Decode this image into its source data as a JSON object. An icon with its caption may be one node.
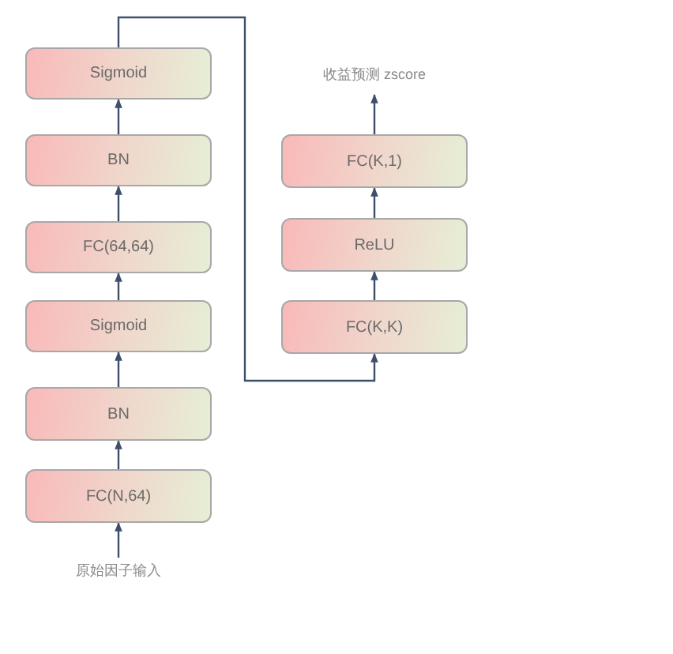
{
  "diagram": {
    "nodes": [
      {
        "text": [
          "Sigmoid"
        ]
      },
      {
        "text": [
          "BN"
        ]
      },
      {
        "text": [
          "FC(64,64)"
        ]
      },
      {
        "text": [
          "Sigmoid"
        ]
      },
      {
        "text": [
          "BN"
        ]
      },
      {
        "text": [
          "FC(N,64)"
        ]
      },
      {
        "text": [
          "原始因子输入"
        ]
      },
      {
        "text": [
          "收益预测 zscore"
        ]
      },
      {
        "text": [
          "FC(K,1)"
        ]
      },
      {
        "text": [
          "ReLU"
        ]
      },
      {
        "text": [
          "FC(K,K)"
        ]
      }
    ],
    "edges": [
      {
        "from": 6,
        "to": 5,
        "arrow": "to"
      },
      {
        "from": 5,
        "to": 4,
        "arrow": "to"
      },
      {
        "from": 4,
        "to": 3,
        "arrow": "to"
      },
      {
        "from": 3,
        "to": 2,
        "arrow": "to"
      },
      {
        "from": 2,
        "to": 1,
        "arrow": "to"
      },
      {
        "from": 1,
        "to": 0,
        "arrow": "to"
      },
      {
        "from": 0,
        "to": 10,
        "arrow": "to"
      },
      {
        "from": 10,
        "to": 9,
        "arrow": "to"
      },
      {
        "from": 9,
        "to": 8,
        "arrow": "to"
      },
      {
        "from": 8,
        "to": 7,
        "arrow": "to"
      }
    ]
  }
}
